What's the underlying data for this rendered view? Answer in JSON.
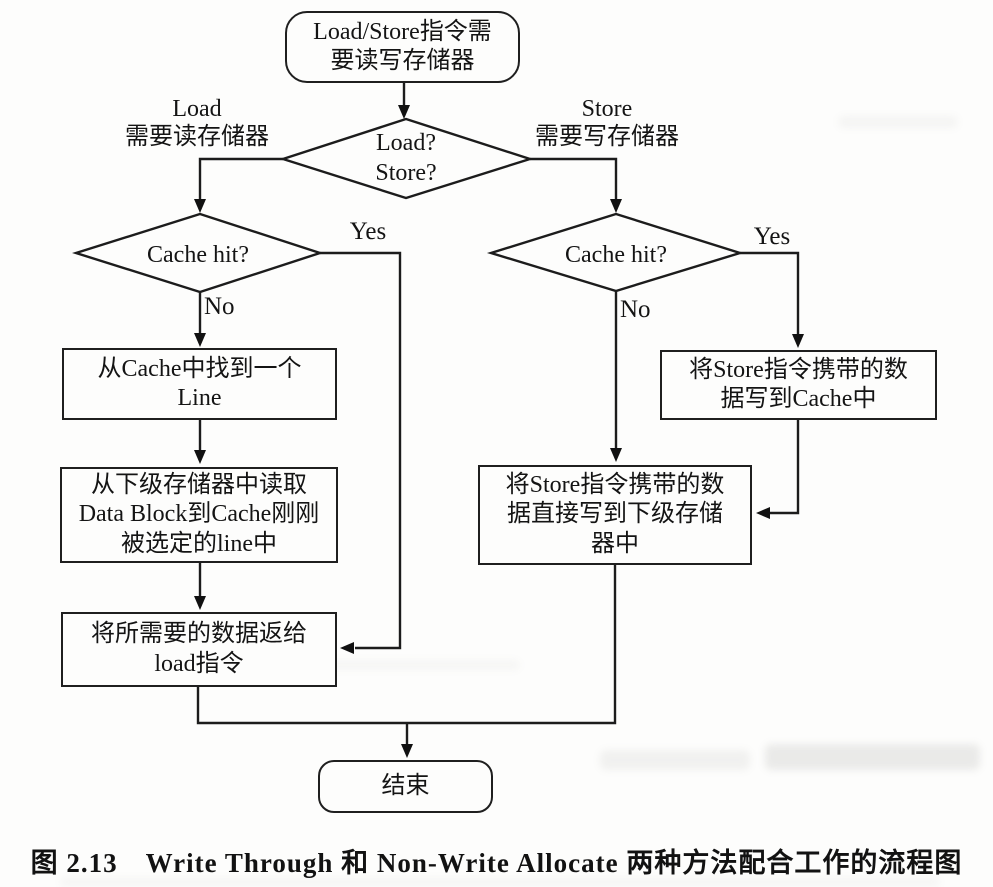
{
  "flowchart": {
    "nodes": {
      "start": "Load/Store指令需\n要读写存储器",
      "decision_load_store": "Load?\nStore?",
      "decision_cache_hit_load": "Cache hit?",
      "decision_cache_hit_store": "Cache hit?",
      "find_line": "从Cache中找到一个\nLine",
      "read_block": "从下级存储器中读取\nData Block到Cache刚刚\n被选定的line中",
      "return_data": "将所需要的数据返给\nload指令",
      "write_cache": "将Store指令携带的数\n据写到Cache中",
      "write_memory": "将Store指令携带的数\n据直接写到下级存储\n器中",
      "end": "结束"
    },
    "labels": {
      "load_branch": "Load\n需要读存储器",
      "store_branch": "Store\n需要写存储器",
      "yes_load": "Yes",
      "no_load": "No",
      "yes_store": "Yes",
      "no_store": "No"
    },
    "colors": {
      "line": "#1c1c1c",
      "text": "#141414",
      "background": "#fdfdfc"
    }
  },
  "caption": "图 2.13　Write Through 和 Non-Write Allocate 两种方法配合工作的流程图"
}
